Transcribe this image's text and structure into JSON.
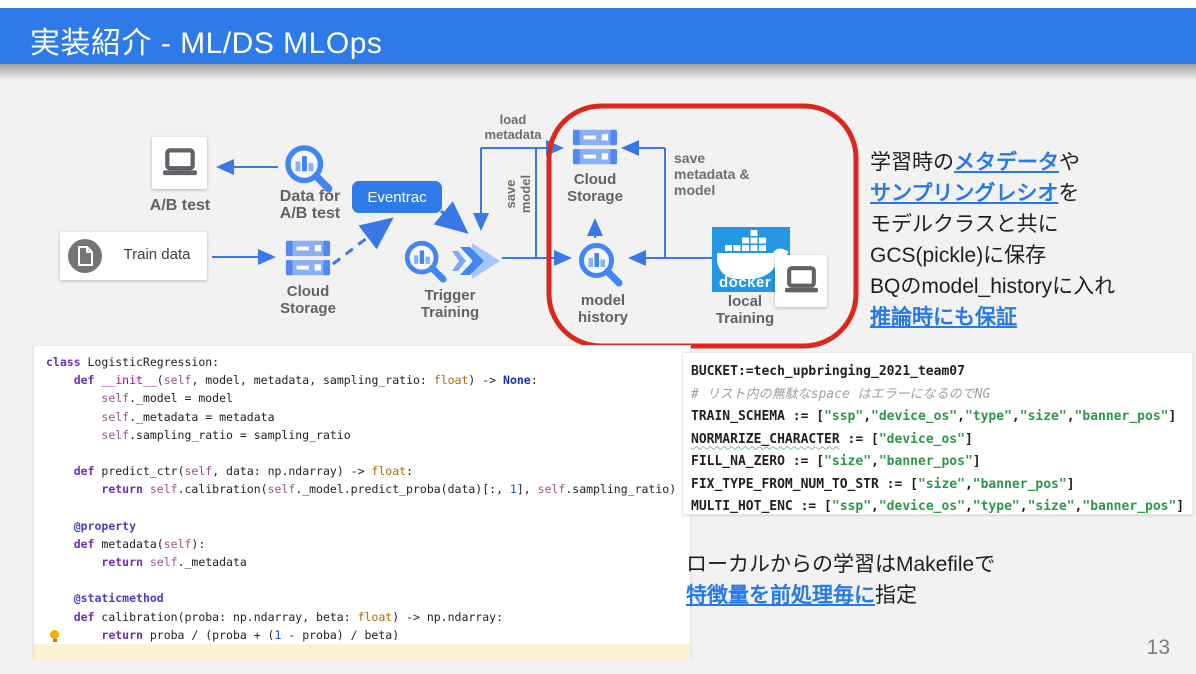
{
  "header": {
    "title": "実装紹介 - ML/DS MLOps"
  },
  "page_number": "13",
  "colors": {
    "header_blue": "#2d7ae8",
    "accent_blue": "#4285f4",
    "connector_blue": "#3b78e7",
    "link_blue": "#2879e8",
    "docker_blue": "#2496e4",
    "highlight_red": "#da291c",
    "string_green": "#2e9748",
    "label_gray": "#5f6368",
    "body_gray": "#f2f2f2"
  },
  "diagram": {
    "ab_test_label": "A/B test",
    "data_for_ab_label": "Data for\nA/B test",
    "train_data_label": "Train  data",
    "eventrac_label": "Eventrac",
    "cloud_storage_left_label": "Cloud\nStorage",
    "trigger_training_label": "Trigger\nTraining",
    "load_metadata_label": "load\nmetadata",
    "save_model_label": "save\nmodel",
    "cloud_storage_right_label": "Cloud\nStorage",
    "save_metadata_label": "save\nmetadata &\nmodel",
    "model_history_label": "model\nhistory",
    "docker_label": "docker",
    "local_training_label": "local\nTraining"
  },
  "right_note": {
    "l1_pre": "学習時の",
    "l1_link": "メタデータ",
    "l1_post": "や",
    "l2_link": "サンプリングレシオ",
    "l2_post": "を",
    "l3": "モデルクラスと共に",
    "l4": "GCS(pickle)に保存",
    "l5": "BQのmodel_historyに入れ",
    "l6_link": "推論時にも保証"
  },
  "bottom_note": {
    "l1": "ローカルからの学習はMakefileで",
    "l2_link": "特徴量を前処理毎に",
    "l2_post": "指定"
  },
  "python_editor": {
    "lines": [
      {
        "segs": [
          {
            "c": "kw",
            "t": "class "
          },
          {
            "t": "LogisticRegression:"
          }
        ]
      },
      {
        "segs": [
          {
            "t": "    "
          },
          {
            "c": "kw",
            "t": "def "
          },
          {
            "c": "mag",
            "t": "__init__"
          },
          {
            "t": "("
          },
          {
            "c": "slf",
            "t": "self"
          },
          {
            "t": ", model, metadata, sampling_ratio: "
          },
          {
            "c": "typ",
            "t": "float"
          },
          {
            "t": ") -> "
          },
          {
            "c": "non",
            "t": "None"
          },
          {
            "t": ":"
          }
        ]
      },
      {
        "segs": [
          {
            "t": "        "
          },
          {
            "c": "slf",
            "t": "self"
          },
          {
            "t": "._model = model"
          }
        ]
      },
      {
        "segs": [
          {
            "t": "        "
          },
          {
            "c": "slf",
            "t": "self"
          },
          {
            "t": "._metadata = metadata"
          }
        ]
      },
      {
        "segs": [
          {
            "t": "        "
          },
          {
            "c": "slf",
            "t": "self"
          },
          {
            "t": ".sampling_ratio = sampling_ratio"
          }
        ]
      },
      {
        "segs": []
      },
      {
        "segs": [
          {
            "t": "    "
          },
          {
            "c": "kw",
            "t": "def "
          },
          {
            "t": "predict_ctr("
          },
          {
            "c": "slf",
            "t": "self"
          },
          {
            "t": ", data: np.ndarray) -> "
          },
          {
            "c": "typ",
            "t": "float"
          },
          {
            "t": ":"
          }
        ]
      },
      {
        "segs": [
          {
            "t": "        "
          },
          {
            "c": "kw",
            "t": "return "
          },
          {
            "c": "slf",
            "t": "self"
          },
          {
            "t": ".calibration("
          },
          {
            "c": "slf",
            "t": "self"
          },
          {
            "t": "._model.predict_proba(data)[:, "
          },
          {
            "c": "num",
            "t": "1"
          },
          {
            "t": "], "
          },
          {
            "c": "slf",
            "t": "self"
          },
          {
            "t": ".sampling_ratio)"
          }
        ]
      },
      {
        "segs": []
      },
      {
        "segs": [
          {
            "t": "    "
          },
          {
            "c": "dec",
            "t": "@property"
          }
        ]
      },
      {
        "segs": [
          {
            "t": "    "
          },
          {
            "c": "kw",
            "t": "def "
          },
          {
            "t": "metadata("
          },
          {
            "c": "slf",
            "t": "self"
          },
          {
            "t": "):"
          }
        ]
      },
      {
        "segs": [
          {
            "t": "        "
          },
          {
            "c": "kw",
            "t": "return "
          },
          {
            "c": "slf",
            "t": "self"
          },
          {
            "t": "._metadata"
          }
        ]
      },
      {
        "segs": []
      },
      {
        "segs": [
          {
            "t": "    "
          },
          {
            "c": "dec",
            "t": "@staticmethod"
          }
        ]
      },
      {
        "segs": [
          {
            "t": "    "
          },
          {
            "c": "kw",
            "t": "def "
          },
          {
            "t": "calibration(proba: np.ndarray, beta: "
          },
          {
            "c": "typ",
            "t": "float"
          },
          {
            "t": ") -> np.ndarray:"
          }
        ]
      },
      {
        "bulb": true,
        "segs": [
          {
            "t": "        "
          },
          {
            "c": "kw",
            "t": "return "
          },
          {
            "t": "proba / (proba + ("
          },
          {
            "c": "num",
            "t": "1"
          },
          {
            "t": " - proba) / beta)"
          }
        ]
      },
      {
        "hl": true,
        "segs": []
      }
    ]
  },
  "makefile_editor": {
    "lines": [
      {
        "segs": [
          {
            "t": "BUCKET:=tech_upbringing_2021_team07"
          }
        ]
      },
      {
        "segs": [
          {
            "c": "cmt",
            "t": "# リスト内の無駄なspace はエラーになるのでNG"
          }
        ]
      },
      {
        "segs": [
          {
            "t": "TRAIN_SCHEMA := ["
          },
          {
            "c": "str",
            "t": "\"ssp\""
          },
          {
            "t": ","
          },
          {
            "c": "str",
            "t": "\"device_os\""
          },
          {
            "t": ","
          },
          {
            "c": "str",
            "t": "\"type\""
          },
          {
            "t": ","
          },
          {
            "c": "str",
            "t": "\"size\""
          },
          {
            "t": ","
          },
          {
            "c": "str",
            "t": "\"banner_pos\""
          },
          {
            "t": "]"
          }
        ]
      },
      {
        "segs": [
          {
            "c": "wavy",
            "t": "NORMARIZE_CHARACTER"
          },
          {
            "t": " := ["
          },
          {
            "c": "str",
            "t": "\"device_os\""
          },
          {
            "t": "]"
          }
        ]
      },
      {
        "segs": [
          {
            "t": "FILL_NA_ZERO := ["
          },
          {
            "c": "str",
            "t": "\"size\""
          },
          {
            "t": ","
          },
          {
            "c": "str",
            "t": "\"banner_pos\""
          },
          {
            "t": "]"
          }
        ]
      },
      {
        "segs": [
          {
            "t": "FIX_TYPE_FROM_NUM_TO_STR := ["
          },
          {
            "c": "str",
            "t": "\"size\""
          },
          {
            "t": ","
          },
          {
            "c": "str",
            "t": "\"banner_pos\""
          },
          {
            "t": "]"
          }
        ]
      },
      {
        "segs": [
          {
            "t": "MULTI_HOT_ENC := ["
          },
          {
            "c": "str",
            "t": "\"ssp\""
          },
          {
            "t": ","
          },
          {
            "c": "str",
            "t": "\"device_os\""
          },
          {
            "t": ","
          },
          {
            "c": "str",
            "t": "\"type\""
          },
          {
            "t": ","
          },
          {
            "c": "str",
            "t": "\"size\""
          },
          {
            "t": ","
          },
          {
            "c": "str",
            "t": "\"banner_pos\""
          },
          {
            "t": "]"
          }
        ]
      }
    ]
  }
}
